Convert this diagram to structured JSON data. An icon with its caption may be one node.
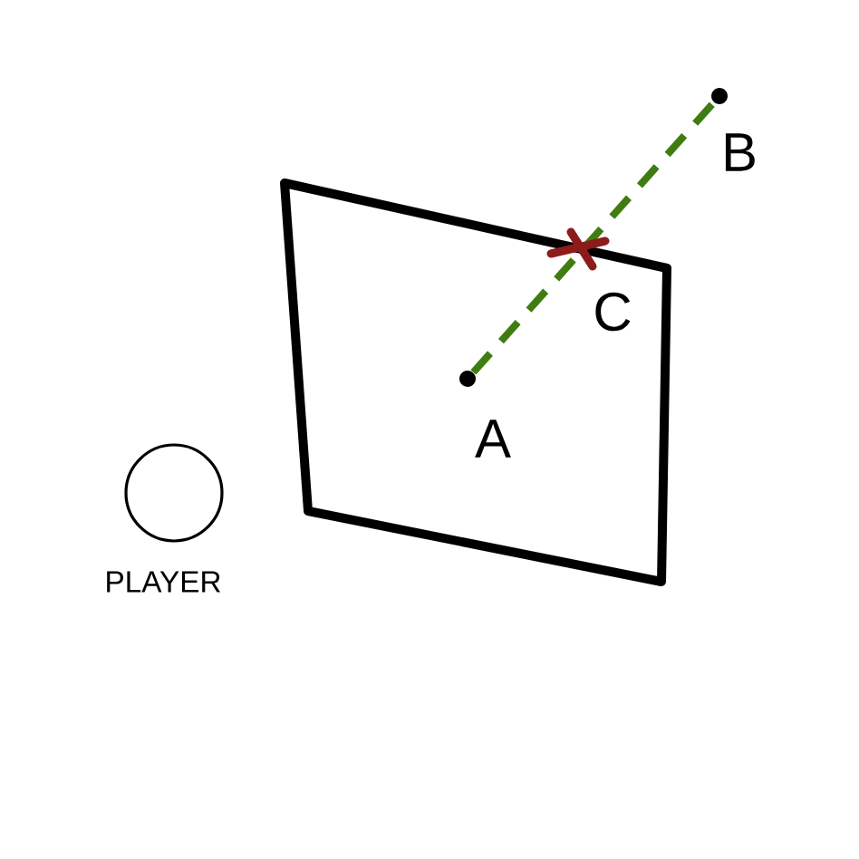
{
  "diagram": {
    "nodes": [
      {
        "text": [],
        "shape": "box"
      },
      {
        "text": [],
        "shape": "circle",
        "beside": [
          "A"
        ],
        "in": 0
      },
      {
        "text": [],
        "shape": "circle",
        "beside": [
          "B"
        ]
      },
      {
        "text": [
          "PLAYER"
        ]
      }
    ],
    "edges": [
      {
        "from": 1,
        "to": 2,
        "arrow": "none",
        "style": "dashed",
        "color": "#3f7d12"
      }
    ],
    "labels": [
      "C"
    ]
  }
}
